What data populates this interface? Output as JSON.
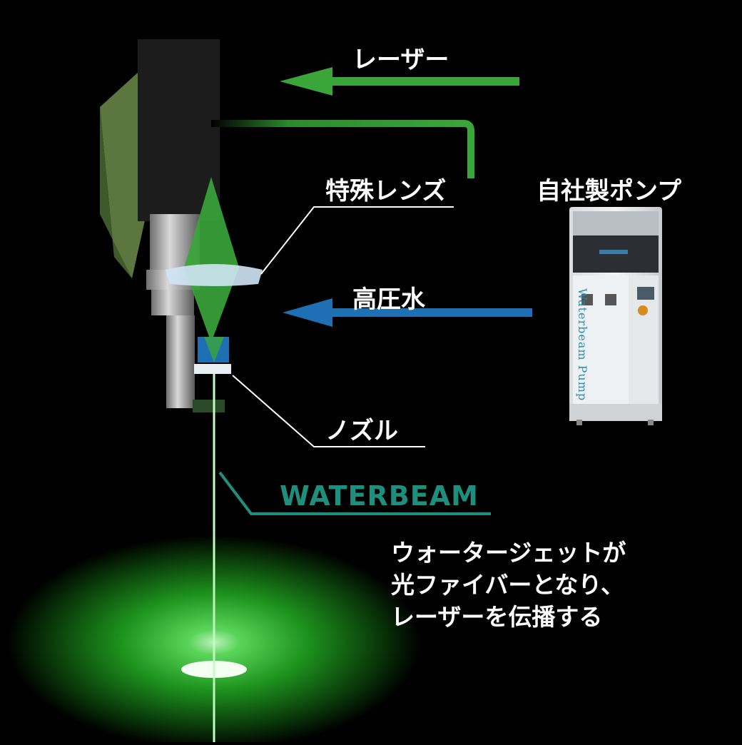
{
  "labels": {
    "laser": "レーザー",
    "lens": "特殊レンズ",
    "pump": "自社製ポンプ",
    "water": "高圧水",
    "nozzle": "ノズル",
    "waterbeam": "WATERBEAM"
  },
  "description": [
    "ウォータージェットが",
    "光ファイバーとなり、",
    "レーザーを伝播する"
  ],
  "pump_unit_text": "Waterbeam Pump",
  "colors": {
    "laser": "#3aa63a",
    "water": "#1f6fb5",
    "waterbeam_label": "#1f8f7d",
    "background": "#000000"
  }
}
